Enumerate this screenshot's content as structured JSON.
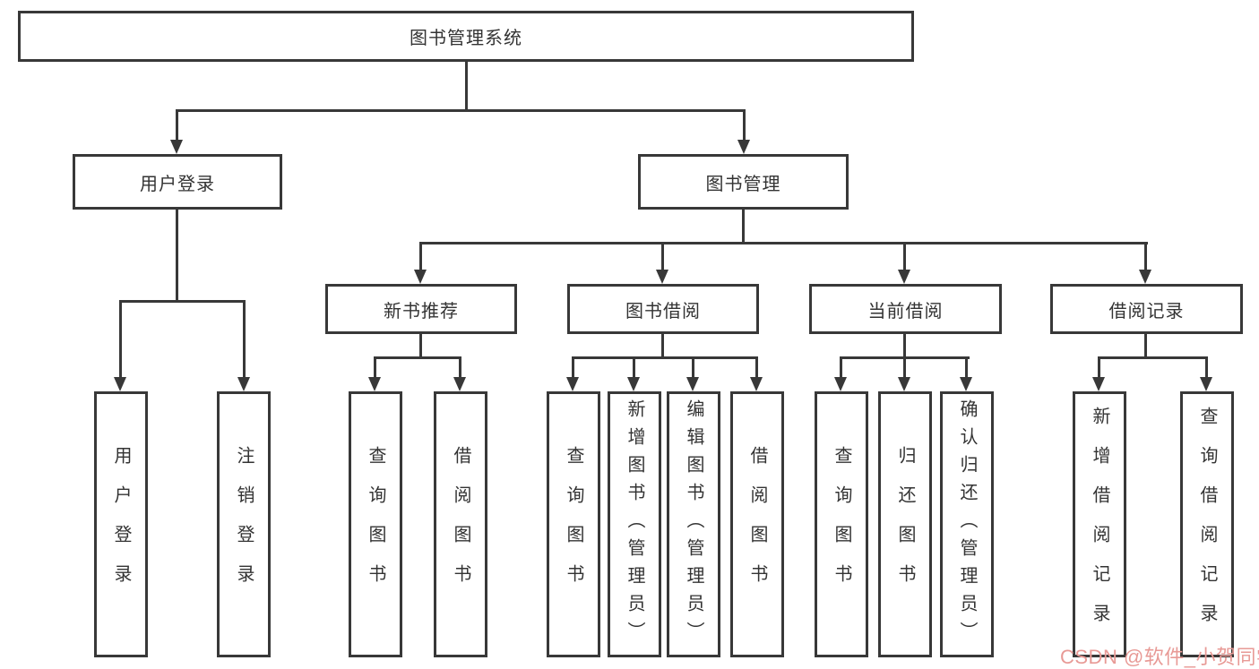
{
  "tree": {
    "root": {
      "label": "图书管理系统",
      "children": [
        {
          "label": "用户登录",
          "children": [
            {
              "label": "用户登录"
            },
            {
              "label": "注销登录"
            }
          ]
        },
        {
          "label": "图书管理",
          "children": [
            {
              "label": "新书推荐",
              "children": [
                {
                  "label": "查询图书"
                },
                {
                  "label": "借阅图书"
                }
              ]
            },
            {
              "label": "图书借阅",
              "children": [
                {
                  "label": "查询图书"
                },
                {
                  "label": "新增图书（管理员）"
                },
                {
                  "label": "编辑图书（管理员）"
                },
                {
                  "label": "借阅图书"
                }
              ]
            },
            {
              "label": "当前借阅",
              "children": [
                {
                  "label": "查询图书"
                },
                {
                  "label": "归还图书"
                },
                {
                  "label": "确认归还（管理员）"
                }
              ]
            },
            {
              "label": "借阅记录",
              "children": [
                {
                  "label": "新增借阅记录"
                },
                {
                  "label": "查询借阅记录"
                }
              ]
            }
          ]
        }
      ]
    }
  },
  "watermark": {
    "text": "CSDN @软件_小贺同学",
    "color": "#e89a96"
  },
  "colors": {
    "line": "#383838",
    "text": "#333333",
    "background": "#ffffff"
  }
}
